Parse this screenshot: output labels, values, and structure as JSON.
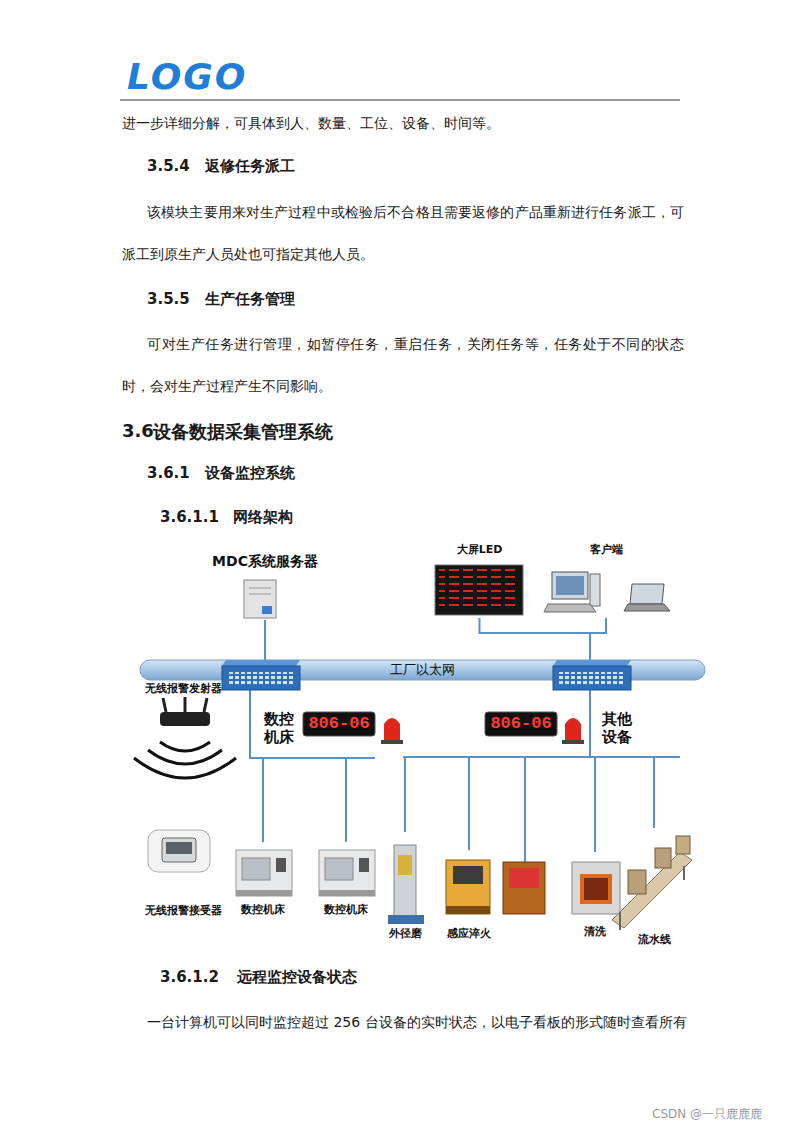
{
  "diagram": {
    "nodes": [
      {
        "text": [
          "工厂以太网"
        ]
      },
      {
        "text": [
          "MDC系统服务器"
        ]
      },
      {
        "text": [
          "大屏LED"
        ]
      },
      {
        "text": [
          "客户端"
        ]
      },
      {
        "text": [
          "无线报警发射器"
        ]
      },
      {
        "text": [
          "数控机床"
        ]
      },
      {
        "text": [
          "其他设备"
        ]
      },
      {
        "text": [
          "无线报警接受器"
        ]
      },
      {
        "text": [
          "数控机床"
        ]
      },
      {
        "text": [
          "数控机床"
        ]
      },
      {
        "text": [
          "外径磨"
        ]
      },
      {
        "text": [
          "感应淬火"
        ]
      },
      {
        "text": [
          "清洗"
        ]
      },
      {
        "text": [
          "流水线"
        ]
      }
    ],
    "edges": [
      {
        "from": 1,
        "to": 0,
        "arrow": "none"
      },
      {
        "from": 2,
        "to": 0,
        "arrow": "none"
      },
      {
        "from": 3,
        "to": 0,
        "arrow": "none"
      },
      {
        "from": 8,
        "to": 0,
        "arrow": "none"
      },
      {
        "from": 9,
        "to": 0,
        "arrow": "none"
      },
      {
        "from": 10,
        "to": 0,
        "arrow": "none"
      },
      {
        "from": 11,
        "to": 0,
        "arrow": "none"
      },
      {
        "from": 12,
        "to": 0,
        "arrow": "none"
      },
      {
        "from": 13,
        "to": 0,
        "arrow": "none"
      }
    ],
    "labels": [
      "LOGO",
      "进一步详细分解，可具体到人、数量、工位、设备、时间等。",
      "3.5.4",
      "返修任务派工",
      "该模块主要用来对生产过程中或检验后不合格且需要返修的产品重新进行任务派工，可派工到原生产人员处也可指定其他人员。",
      "3.5.5",
      "生产任务管理",
      "可对生产任务进行管理，如暂停任务，重启任务，关闭任务等，任务处于不同的状态时，会对生产过程产生不同影响。",
      "3.6",
      "设备数据采集管理系统",
      "3.6.1",
      "设备监控系统",
      "3.6.1.1",
      "网络架构",
      "806-06",
      "806-06",
      "3.6.1.2",
      "远程监控设备状态",
      "一台计算机可以同时监控超过 256 台设备的实时状态，以电子看板的形式随时查看所有",
      "CSDN @一只鹿鹿鹿"
    ]
  }
}
